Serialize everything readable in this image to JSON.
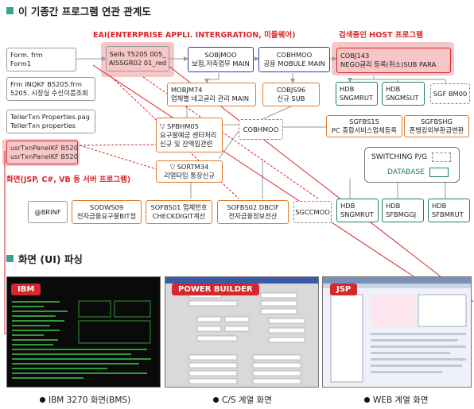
{
  "titles": {
    "section1": "이 기종간 프로그램 연관 관계도",
    "section2": "화면 (UI) 파싱"
  },
  "labels": {
    "eai": "EAI(ENTERPRISE APPLI. INTERGRATION, 미들웨어)",
    "host": "검색중인 HOST 프로그램",
    "screen": "화면(JSP, C#, VB 등 서버 프로그램)"
  },
  "boxes": {
    "form": [
      "Form. frm",
      "Form1"
    ],
    "frm_inqkf": [
      "Frm INQKF B5205.frm",
      "5205. 시장실 수신이름조회"
    ],
    "tellertxn": [
      "TellerTxn Properties.pag",
      "TellerTxn properties"
    ],
    "usrtxn": [
      "usrTxnPanelKF B5205.ctl",
      "usrTxnPanelKF B5205"
    ],
    "sells": [
      "Sells T5205 005_",
      "AISSGR02 01_red"
    ],
    "sobjmoo": [
      "SOBJMOO",
      "보험,저축업무 MAIN"
    ],
    "cobhmoo_top": [
      "COBHMOO",
      "공용 MOBULE MAIN"
    ],
    "cobj143": [
      "COBJ143",
      "NEGO글리 등록(취소)SUB PARA"
    ],
    "mobjm74": [
      "MOBJM74",
      "업체별 네고글리 관리 MAIN"
    ],
    "cobjs96": [
      "COBJS96",
      "신규 SUB"
    ],
    "hdb1": [
      "HDB",
      "SNGMRUT"
    ],
    "hdb2": [
      "HDB",
      "SNGMSUT"
    ],
    "sgfbm00": [
      "SGF BM00"
    ],
    "spbhm05": [
      "▽ SPBHM05",
      "요구불예금 센타처리",
      "신규 및 잔액입관련"
    ],
    "cobhmoo_mid": [
      "COBHMOO"
    ],
    "sgfbs15": [
      "SGFBS15",
      "PC 종합서비스업체등록"
    ],
    "sgfbshg": [
      "SGFBSHG",
      "폰뱅킹외부환급변환"
    ],
    "sortm34": [
      "▽ SORTM34",
      "리얼타임 통장신규"
    ],
    "brinf": [
      "@BRINF"
    ],
    "sodws09": [
      "SODWS09",
      "전자금융요구불BIT점"
    ],
    "sofbs01": [
      "SOFBS01 업체번호",
      "CHECKDIGIT계산"
    ],
    "sofbs02": [
      "SOFBS02 DBCIF",
      "전자금융정보전산"
    ],
    "sgcmoo": [
      "SGCCMOO"
    ],
    "hdb3": [
      "HDB",
      "SNGMRUT"
    ],
    "hdb4": [
      "HDB",
      "SFBMGGJ"
    ],
    "hdb5": [
      "HDB",
      "SFBMRUT"
    ]
  },
  "legend": {
    "switching": "SWITCHING P/G",
    "database": "DATABASE"
  },
  "screens": {
    "ibm_tag": "IBM",
    "pb_tag": "POWER BUILDER",
    "jsp_tag": "JSP"
  },
  "captions": {
    "ibm": "IBM 3270 화면(BMS)",
    "cs": "C/S 계열 화면",
    "web": "WEB 계열 화면"
  },
  "colors": {
    "accent_red": "#d6282c",
    "orange": "#e07b2a",
    "blue": "#2b3fb0",
    "teal": "#1f7f6d",
    "pink": "#f7c6c6"
  }
}
